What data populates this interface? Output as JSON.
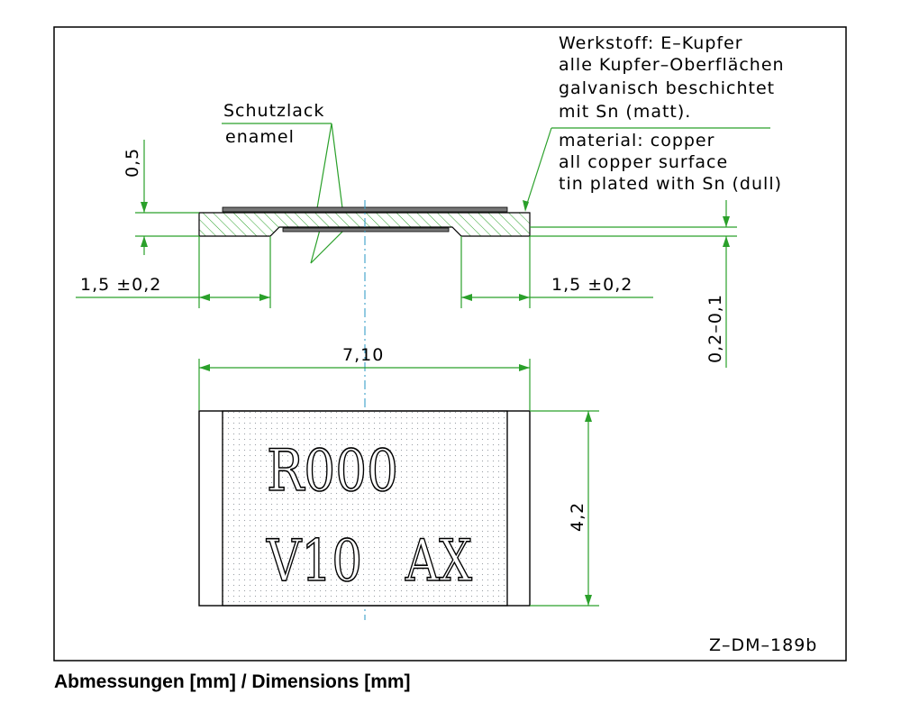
{
  "drawing": {
    "note_de": [
      "Werkstoff: E–Kupfer",
      "alle Kupfer–Oberflächen",
      "galvanisch beschichtet",
      "mit Sn (matt)."
    ],
    "note_en": [
      "material: copper",
      "all copper surface",
      "tin plated with Sn (dull)"
    ],
    "label_coating_de": "Schutzlack",
    "label_coating_en": "enamel",
    "dim_height": "0,5",
    "dim_left_pad": "1,5 ±0,2",
    "dim_right_pad": "1,5 ±0,2",
    "dim_recess": "0,2–0,1",
    "dim_length": "7,10",
    "dim_width": "4,2",
    "marking_line1": "R000",
    "marking_line2_a": "V10",
    "marking_line2_b": "AX",
    "drawing_id": "Z–DM–189b"
  },
  "caption": "Abmessungen [mm] / Dimensions [mm]",
  "colors": {
    "dimension": "#2aa02a",
    "centerline": "#3aa0c8",
    "frame": "#000000"
  }
}
